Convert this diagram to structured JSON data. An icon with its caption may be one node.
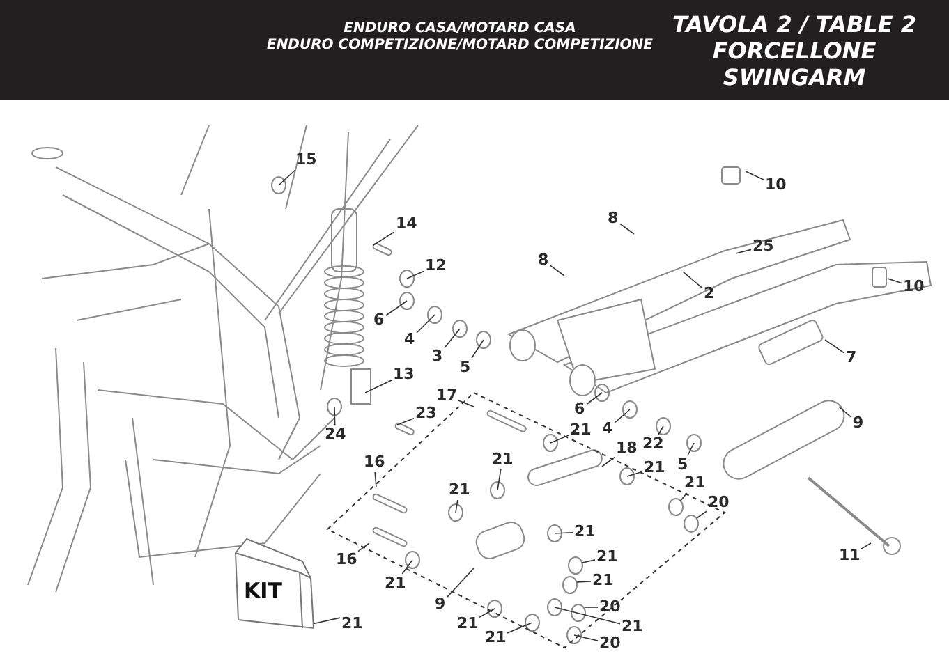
{
  "diagram": {
    "title": "TAVOLA 2 / TABLE 2 FORCELLONE SWINGARM",
    "labels": [
      "ENDURO CASA/MOTARD CASA",
      "ENDURO COMPETIZIONE/MOTARD COMPETIZIONE"
    ],
    "nodes": [
      {
        "text": [
          "15"
        ]
      },
      {
        "text": [
          "14"
        ]
      },
      {
        "text": [
          "12"
        ]
      },
      {
        "text": [
          "6"
        ]
      },
      {
        "text": [
          "4"
        ]
      },
      {
        "text": [
          "3"
        ]
      },
      {
        "text": [
          "5"
        ]
      },
      {
        "text": [
          "13"
        ]
      },
      {
        "text": [
          "23"
        ]
      },
      {
        "text": [
          "24"
        ]
      },
      {
        "text": [
          "17"
        ]
      },
      {
        "text": [
          "10"
        ]
      },
      {
        "text": [
          "8"
        ]
      },
      {
        "text": [
          "8"
        ]
      },
      {
        "text": [
          "25"
        ]
      },
      {
        "text": [
          "2"
        ]
      },
      {
        "text": [
          "10"
        ]
      },
      {
        "text": [
          "7"
        ]
      },
      {
        "text": [
          "9"
        ]
      },
      {
        "text": [
          "6"
        ]
      },
      {
        "text": [
          "4"
        ]
      },
      {
        "text": [
          "22"
        ]
      },
      {
        "text": [
          "5"
        ]
      },
      {
        "text": [
          "21"
        ]
      },
      {
        "text": [
          "18"
        ]
      },
      {
        "text": [
          "21"
        ]
      },
      {
        "text": [
          "21"
        ]
      },
      {
        "text": [
          "20"
        ]
      },
      {
        "text": [
          "16"
        ]
      },
      {
        "text": [
          "21"
        ]
      },
      {
        "text": [
          "21"
        ]
      },
      {
        "text": [
          "16"
        ]
      },
      {
        "text": [
          "21"
        ]
      },
      {
        "text": [
          "9"
        ]
      },
      {
        "text": [
          "21"
        ]
      },
      {
        "text": [
          "21"
        ]
      },
      {
        "text": [
          "21"
        ]
      },
      {
        "text": [
          "20"
        ]
      },
      {
        "text": [
          "21"
        ]
      },
      {
        "text": [
          "21"
        ]
      },
      {
        "text": [
          "21"
        ]
      },
      {
        "text": [
          "20"
        ]
      },
      {
        "text": [
          "11"
        ]
      },
      {
        "text": [
          "21"
        ]
      },
      {
        "text": [
          "KIT"
        ]
      }
    ],
    "edges": [
      {
        "from": 0,
        "to": null,
        "arrow": "none"
      },
      {
        "from": 1,
        "to": null,
        "arrow": "none"
      },
      {
        "from": 2,
        "to": null,
        "arrow": "none"
      },
      {
        "from": 3,
        "to": null,
        "arrow": "none"
      },
      {
        "from": 4,
        "to": null,
        "arrow": "none"
      },
      {
        "from": 5,
        "to": null,
        "arrow": "none"
      },
      {
        "from": 6,
        "to": null,
        "arrow": "none"
      },
      {
        "from": 7,
        "to": null,
        "arrow": "none"
      },
      {
        "from": 8,
        "to": null,
        "arrow": "none"
      },
      {
        "from": 9,
        "to": null,
        "arrow": "none"
      },
      {
        "from": 10,
        "to": null,
        "arrow": "none"
      },
      {
        "from": 11,
        "to": null,
        "arrow": "none"
      },
      {
        "from": 12,
        "to": null,
        "arrow": "none"
      },
      {
        "from": 13,
        "to": null,
        "arrow": "none"
      },
      {
        "from": 14,
        "to": null,
        "arrow": "none"
      },
      {
        "from": 15,
        "to": null,
        "arrow": "none"
      },
      {
        "from": 16,
        "to": null,
        "arrow": "none"
      },
      {
        "from": 17,
        "to": null,
        "arrow": "none"
      },
      {
        "from": 18,
        "to": null,
        "arrow": "none"
      },
      {
        "from": 19,
        "to": null,
        "arrow": "none"
      },
      {
        "from": 20,
        "to": null,
        "arrow": "none"
      },
      {
        "from": 21,
        "to": null,
        "arrow": "none"
      },
      {
        "from": 22,
        "to": null,
        "arrow": "none"
      },
      {
        "from": 23,
        "to": null,
        "arrow": "none"
      },
      {
        "from": 24,
        "to": null,
        "arrow": "none"
      },
      {
        "from": 25,
        "to": null,
        "arrow": "none"
      },
      {
        "from": 26,
        "to": null,
        "arrow": "none"
      },
      {
        "from": 27,
        "to": null,
        "arrow": "none"
      },
      {
        "from": 28,
        "to": null,
        "arrow": "none"
      },
      {
        "from": 29,
        "to": null,
        "arrow": "none"
      },
      {
        "from": 30,
        "to": null,
        "arrow": "none"
      },
      {
        "from": 31,
        "to": null,
        "arrow": "none"
      },
      {
        "from": 32,
        "to": null,
        "arrow": "none"
      },
      {
        "from": 33,
        "to": null,
        "arrow": "none"
      },
      {
        "from": 34,
        "to": null,
        "arrow": "none"
      },
      {
        "from": 35,
        "to": null,
        "arrow": "none"
      },
      {
        "from": 36,
        "to": null,
        "arrow": "none"
      },
      {
        "from": 37,
        "to": null,
        "arrow": "none"
      },
      {
        "from": 38,
        "to": null,
        "arrow": "none"
      },
      {
        "from": 39,
        "to": null,
        "arrow": "none"
      },
      {
        "from": 40,
        "to": null,
        "arrow": "none"
      },
      {
        "from": 41,
        "to": null,
        "arrow": "none"
      },
      {
        "from": 42,
        "to": null,
        "arrow": "none"
      },
      {
        "from": 43,
        "to": 44,
        "arrow": "none"
      }
    ]
  }
}
